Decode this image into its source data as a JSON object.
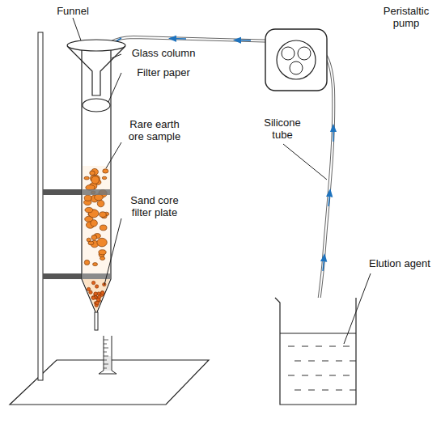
{
  "diagram": {
    "labels": [
      "Funnel",
      "Glass column",
      "Filter paper",
      "Rare earth ore sample",
      "Sand core filter plate",
      "Peristaltic pump",
      "Silicone tube",
      "Elution agent"
    ]
  }
}
